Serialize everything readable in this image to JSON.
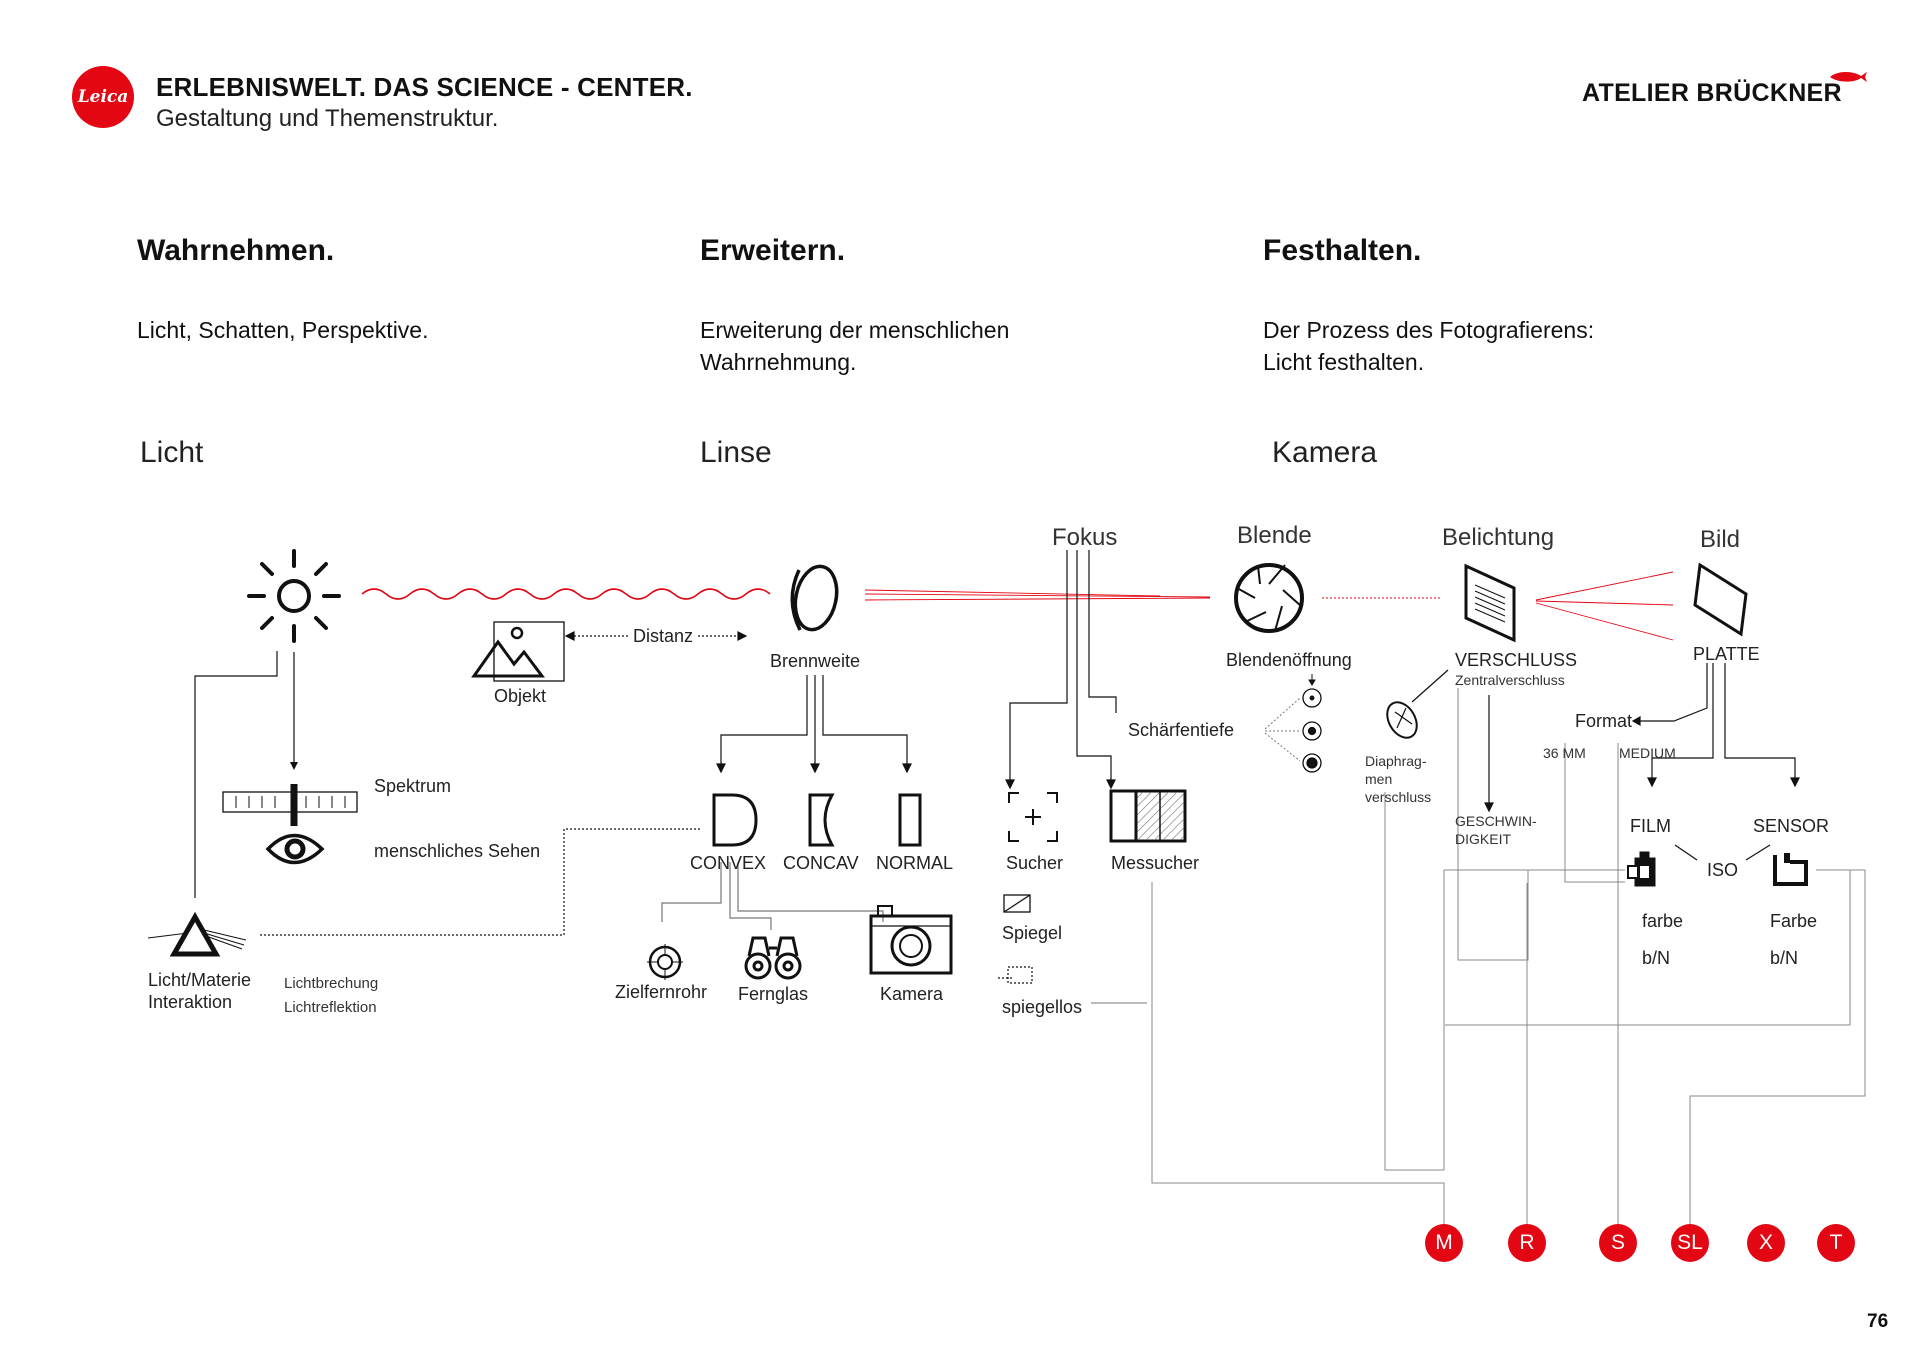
{
  "header": {
    "title": "ERLEBNISWELT. DAS SCIENCE - CENTER.",
    "subtitle": "Gestaltung und Themenstruktur.",
    "brand": "ATELIER BRÜCKNER",
    "logo_text": "Leica",
    "colors": {
      "accent": "#e30613",
      "text": "#111111",
      "line": "#777777"
    }
  },
  "columns": [
    {
      "heading": "Wahrnehmen.",
      "description": "Licht, Schatten, Perspektive.",
      "theme": "Licht"
    },
    {
      "heading": "Erweitern.",
      "description": "Erweiterung der menschlichen Wahrnehmung.",
      "theme": "Linse"
    },
    {
      "heading": "Festhalten.",
      "description": "Der Prozess des Fotografierens: Licht festhalten.",
      "theme": "Kamera"
    }
  ],
  "licht": {
    "distance": "Distanz",
    "object": "Objekt",
    "spectrum": "Spektrum",
    "vision": "menschliches Sehen",
    "interaction_line1": "Licht/Materie",
    "interaction_line2": "Interaktion",
    "refraction": "Lichtbrechung",
    "reflection": "Lichtreflektion",
    "icons": [
      "sun-icon",
      "picture-icon",
      "spectrum-icon",
      "eye-icon",
      "prism-icon"
    ]
  },
  "linse": {
    "focal": "Brennweite",
    "convex": "CONVEX",
    "concav": "CONCAV",
    "normal": "NORMAL",
    "scope": "Zielfernrohr",
    "binoculars": "Fernglas",
    "camera": "Kamera",
    "icons": [
      "lens-icon",
      "convex-lens-icon",
      "concave-lens-icon",
      "flat-lens-icon",
      "crosshair-icon",
      "binoculars-icon",
      "camera-icon"
    ]
  },
  "kamera": {
    "stages": {
      "fokus": "Fokus",
      "blende": "Blende",
      "belichtung": "Belichtung",
      "bild": "Bild"
    },
    "depth_of_field": "Schärfentiefe",
    "viewfinder": "Sucher",
    "rangefinder": "Messucher",
    "mirror": "Spiegel",
    "mirrorless": "spiegellos",
    "aperture_opening": "Blendenöffnung",
    "diaphragm_line1": "Diaphrag-",
    "diaphragm_line2": "men",
    "diaphragm_line3": "verschluss",
    "shutter": "VERSCHLUSS",
    "central_shutter": "Zentralverschluss",
    "speed_line1": "GESCHWIN-",
    "speed_line2": "DIGKEIT",
    "plate": "PLATTE",
    "format": "Format",
    "format_36": "36 MM",
    "format_medium": "MEDIUM",
    "film": "FILM",
    "sensor": "SENSOR",
    "iso": "ISO",
    "film_color": "farbe",
    "film_bw": "b/N",
    "sensor_color": "Farbe",
    "sensor_bw": "b/N",
    "icons": [
      "aperture-icon",
      "shutter-icon",
      "plate-icon",
      "viewfinder-icon",
      "rangefinder-icon",
      "mirror-icon",
      "mirrorless-icon",
      "film-canister-icon",
      "sensor-icon",
      "diaphragm-icon"
    ]
  },
  "models": [
    "M",
    "R",
    "S",
    "SL",
    "X",
    "T"
  ],
  "page_number": "76"
}
